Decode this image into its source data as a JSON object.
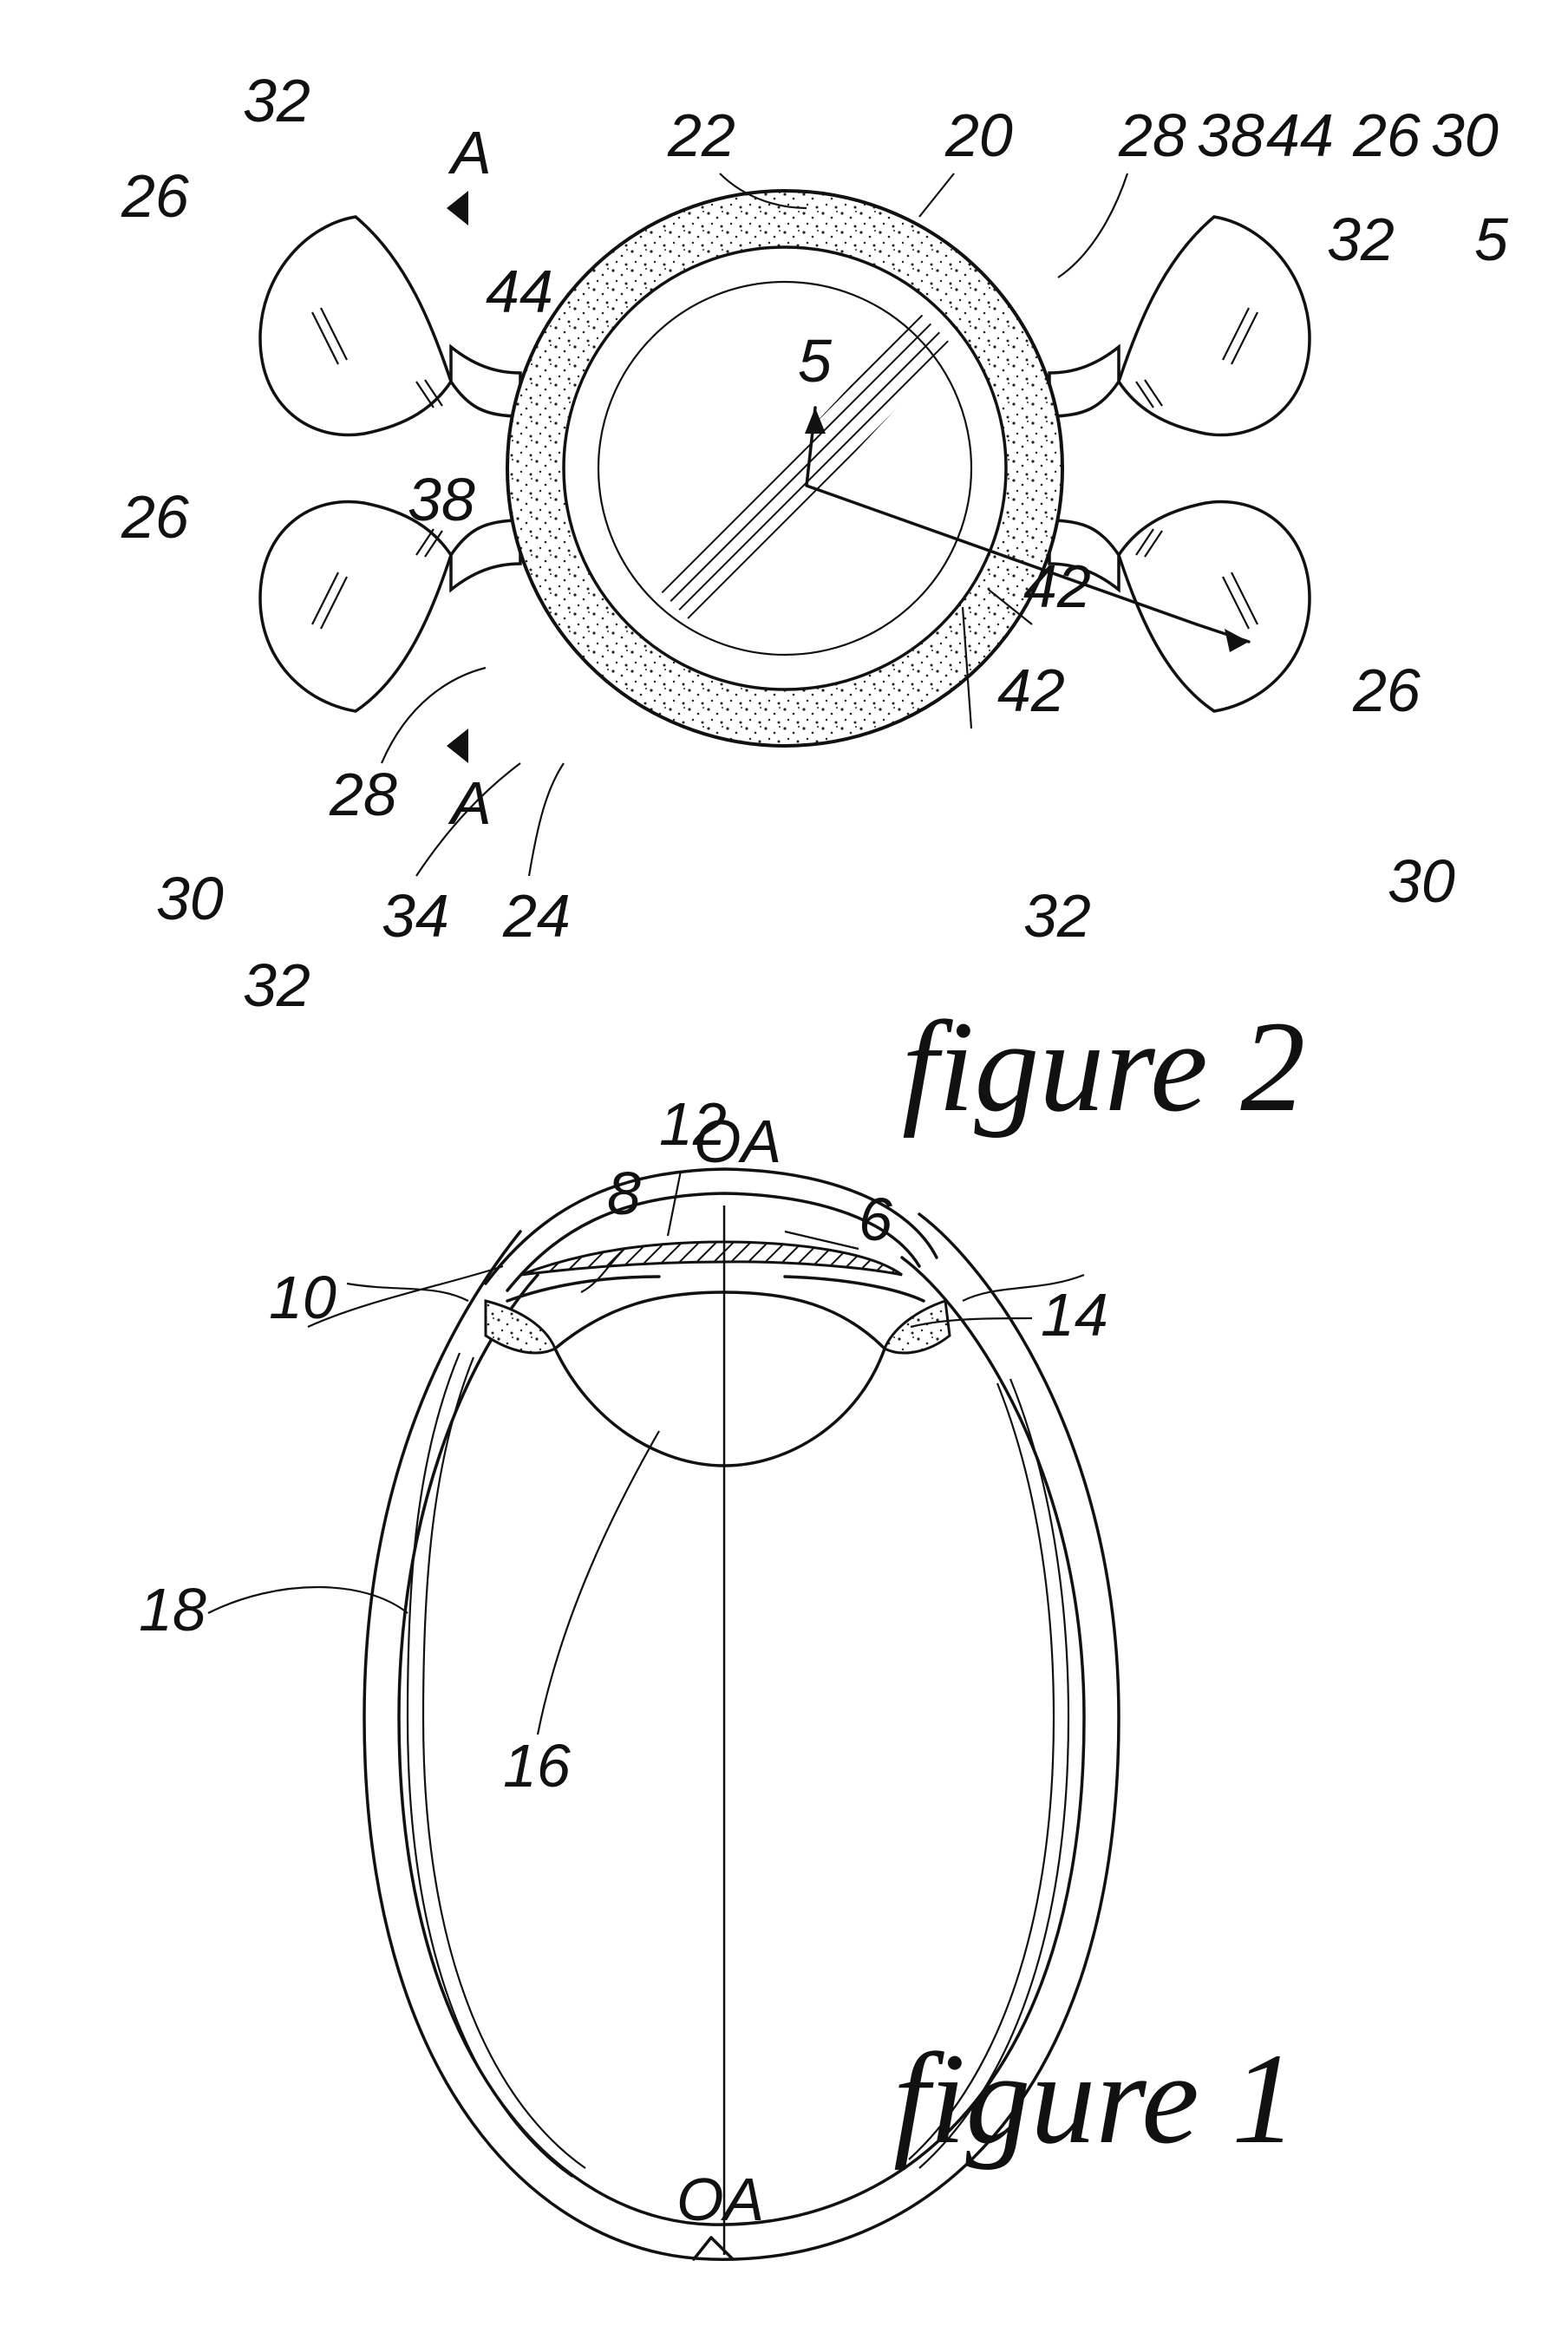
{
  "figure1": {
    "caption": "figure 1",
    "labels": {
      "l10": "10",
      "l12": "12",
      "l8": "8",
      "l6": "6",
      "l14": "14",
      "l16": "16",
      "l18": "18",
      "oa_top": "OA",
      "oa_bottom": "OA"
    }
  },
  "figure2": {
    "caption": "figure 2",
    "labels": {
      "l20": "20",
      "l22": "22",
      "l24": "24",
      "l34": "34",
      "l28_a": "28",
      "l28_b": "28",
      "l38_a": "38",
      "l38_b": "38",
      "l44_a": "44",
      "l44_b": "44",
      "l42_a": "42",
      "l42_b": "42",
      "l26_a": "26",
      "l26_b": "26",
      "l26_c": "26",
      "l26_d": "26",
      "l30_a": "30",
      "l30_b": "30",
      "l30_c": "30",
      "l32_a": "32",
      "l32_b": "32",
      "l32_c": "32",
      "l32_d": "32",
      "l5_a": "5",
      "l5_b": "5",
      "a_top": "A",
      "a_bottom": "A"
    }
  }
}
